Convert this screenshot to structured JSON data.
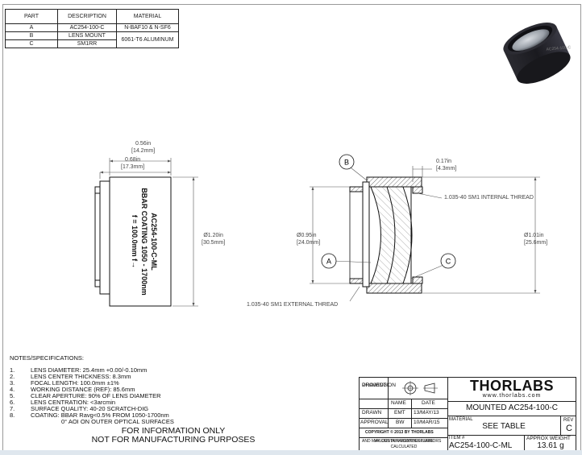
{
  "parts_table": {
    "headers": [
      "PART",
      "DESCRIPTION",
      "MATERIAL"
    ],
    "rows": [
      {
        "part": "A",
        "description": "AC254-100-C",
        "material": "N-BAF10 & N-SF6"
      },
      {
        "part": "B",
        "description": "LENS MOUNT",
        "material": "6061-T6 ALUMINUM"
      },
      {
        "part": "C",
        "description": "SM1RR",
        "material": ""
      }
    ]
  },
  "side_view": {
    "dim_top": {
      "inch": "0.56in",
      "mm": "[14.2mm]"
    },
    "dim_second": {
      "inch": "0.68in",
      "mm": "[17.3mm]"
    },
    "dim_diameter": {
      "inch": "Ø1.20in",
      "mm": "[30.5mm]"
    },
    "engraving": [
      "AC254-100-C-ML",
      "BBAR COATING 1050 - 1700nm",
      "f = 100.0mm f→"
    ]
  },
  "section_view": {
    "callout_b": "B",
    "callout_a": "A",
    "callout_c": "C",
    "dim_thread_depth": {
      "inch": "0.17in",
      "mm": "[4.3mm]"
    },
    "dim_inner": {
      "inch": "Ø0.95in",
      "mm": "[24.0mm]"
    },
    "dim_outer": {
      "inch": "Ø1.01in",
      "mm": "[25.6mm]"
    },
    "internal_thread_label": "1.035-40 SM1 INTERNAL THREAD",
    "external_thread_label": "1.035-40 SM1 EXTERNAL THREAD"
  },
  "notes": {
    "heading": "NOTES/SPECIFICATIONS:",
    "items": [
      {
        "num": "1.",
        "text": "LENS DIAMETER: 25.4mm +0.00/-0.10mm"
      },
      {
        "num": "2.",
        "text": "LENS CENTER THICKNESS: 8.3mm"
      },
      {
        "num": "3.",
        "text": "FOCAL LENGTH: 100.0mm ±1%"
      },
      {
        "num": "4.",
        "text": "WORKING DISTANCE (REF): 85.6mm"
      },
      {
        "num": "5.",
        "text": "CLEAR APERTURE: 90% OF LENS DIAMETER"
      },
      {
        "num": "6.",
        "text": "LENS CENTRATION: <3arcmin"
      },
      {
        "num": "7.",
        "text": "SURFACE QUALITY: 40-20 SCRATCH-DIG"
      },
      {
        "num": "8.",
        "text": "COATING: BBAR Ravg<0.5% FROM 1050-1700nm"
      },
      {
        "num": "",
        "text": "0° AOI ON OUTER OPTICAL SURFACES"
      }
    ]
  },
  "disclaimer": [
    "FOR INFORMATION ONLY",
    "NOT FOR MANUFACTURING PURPOSES"
  ],
  "title_block": {
    "drawing_projection": [
      "DRAWING",
      "PROJECTION"
    ],
    "name_header": "NAME",
    "date_header": "DATE",
    "drawn_label": "DRAWN",
    "drawn_name": "EMT",
    "drawn_date": "13/MAY/13",
    "approval_label": "APPROVAL",
    "approval_name": "BW",
    "approval_date": "10/MAR/15",
    "copyright": "COPYRIGHT © 2013 BY THORLABS",
    "values_note": [
      "VALUES IN PARENTHESIS ARE CALCULATED",
      "AND MAY CONTAIN ROUNDOFF ERRORS"
    ],
    "logo": "THORLABS",
    "website": "www.thorlabs.com",
    "title": "MOUNTED AC254-100-C",
    "material_label": "MATERIAL",
    "material_value": "SEE TABLE",
    "rev_label": "REV",
    "rev_value": "C",
    "item_label": "ITEM #",
    "item_value": "AC254-100-C-ML",
    "weight_label": "APPROX WEIGHT",
    "weight_value": "13.61 g"
  }
}
